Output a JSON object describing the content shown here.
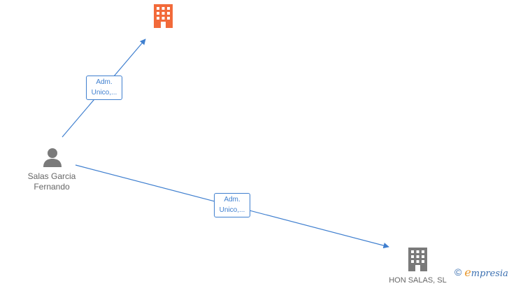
{
  "colors": {
    "edge": "#3f7fcf",
    "company_highlight": "#f26a3a",
    "company_default": "#7a7a7a",
    "person": "#7a7a7a",
    "label_text": "#666666"
  },
  "nodes": {
    "person": {
      "name_line1": "Salas Garcia",
      "name_line2": "Fernando",
      "icon": "person-icon"
    },
    "company_top": {
      "name": "",
      "icon": "building-icon"
    },
    "company_bottom": {
      "name": "HON SALAS, SL",
      "icon": "building-icon"
    }
  },
  "edges": [
    {
      "from": "person",
      "to": "company_top",
      "label_line1": "Adm.",
      "label_line2": "Unico,..."
    },
    {
      "from": "person",
      "to": "company_bottom",
      "label_line1": "Adm.",
      "label_line2": "Unico,..."
    }
  ],
  "brand": {
    "copyright_symbol": "©",
    "initial": "e",
    "rest": "mpresia"
  }
}
